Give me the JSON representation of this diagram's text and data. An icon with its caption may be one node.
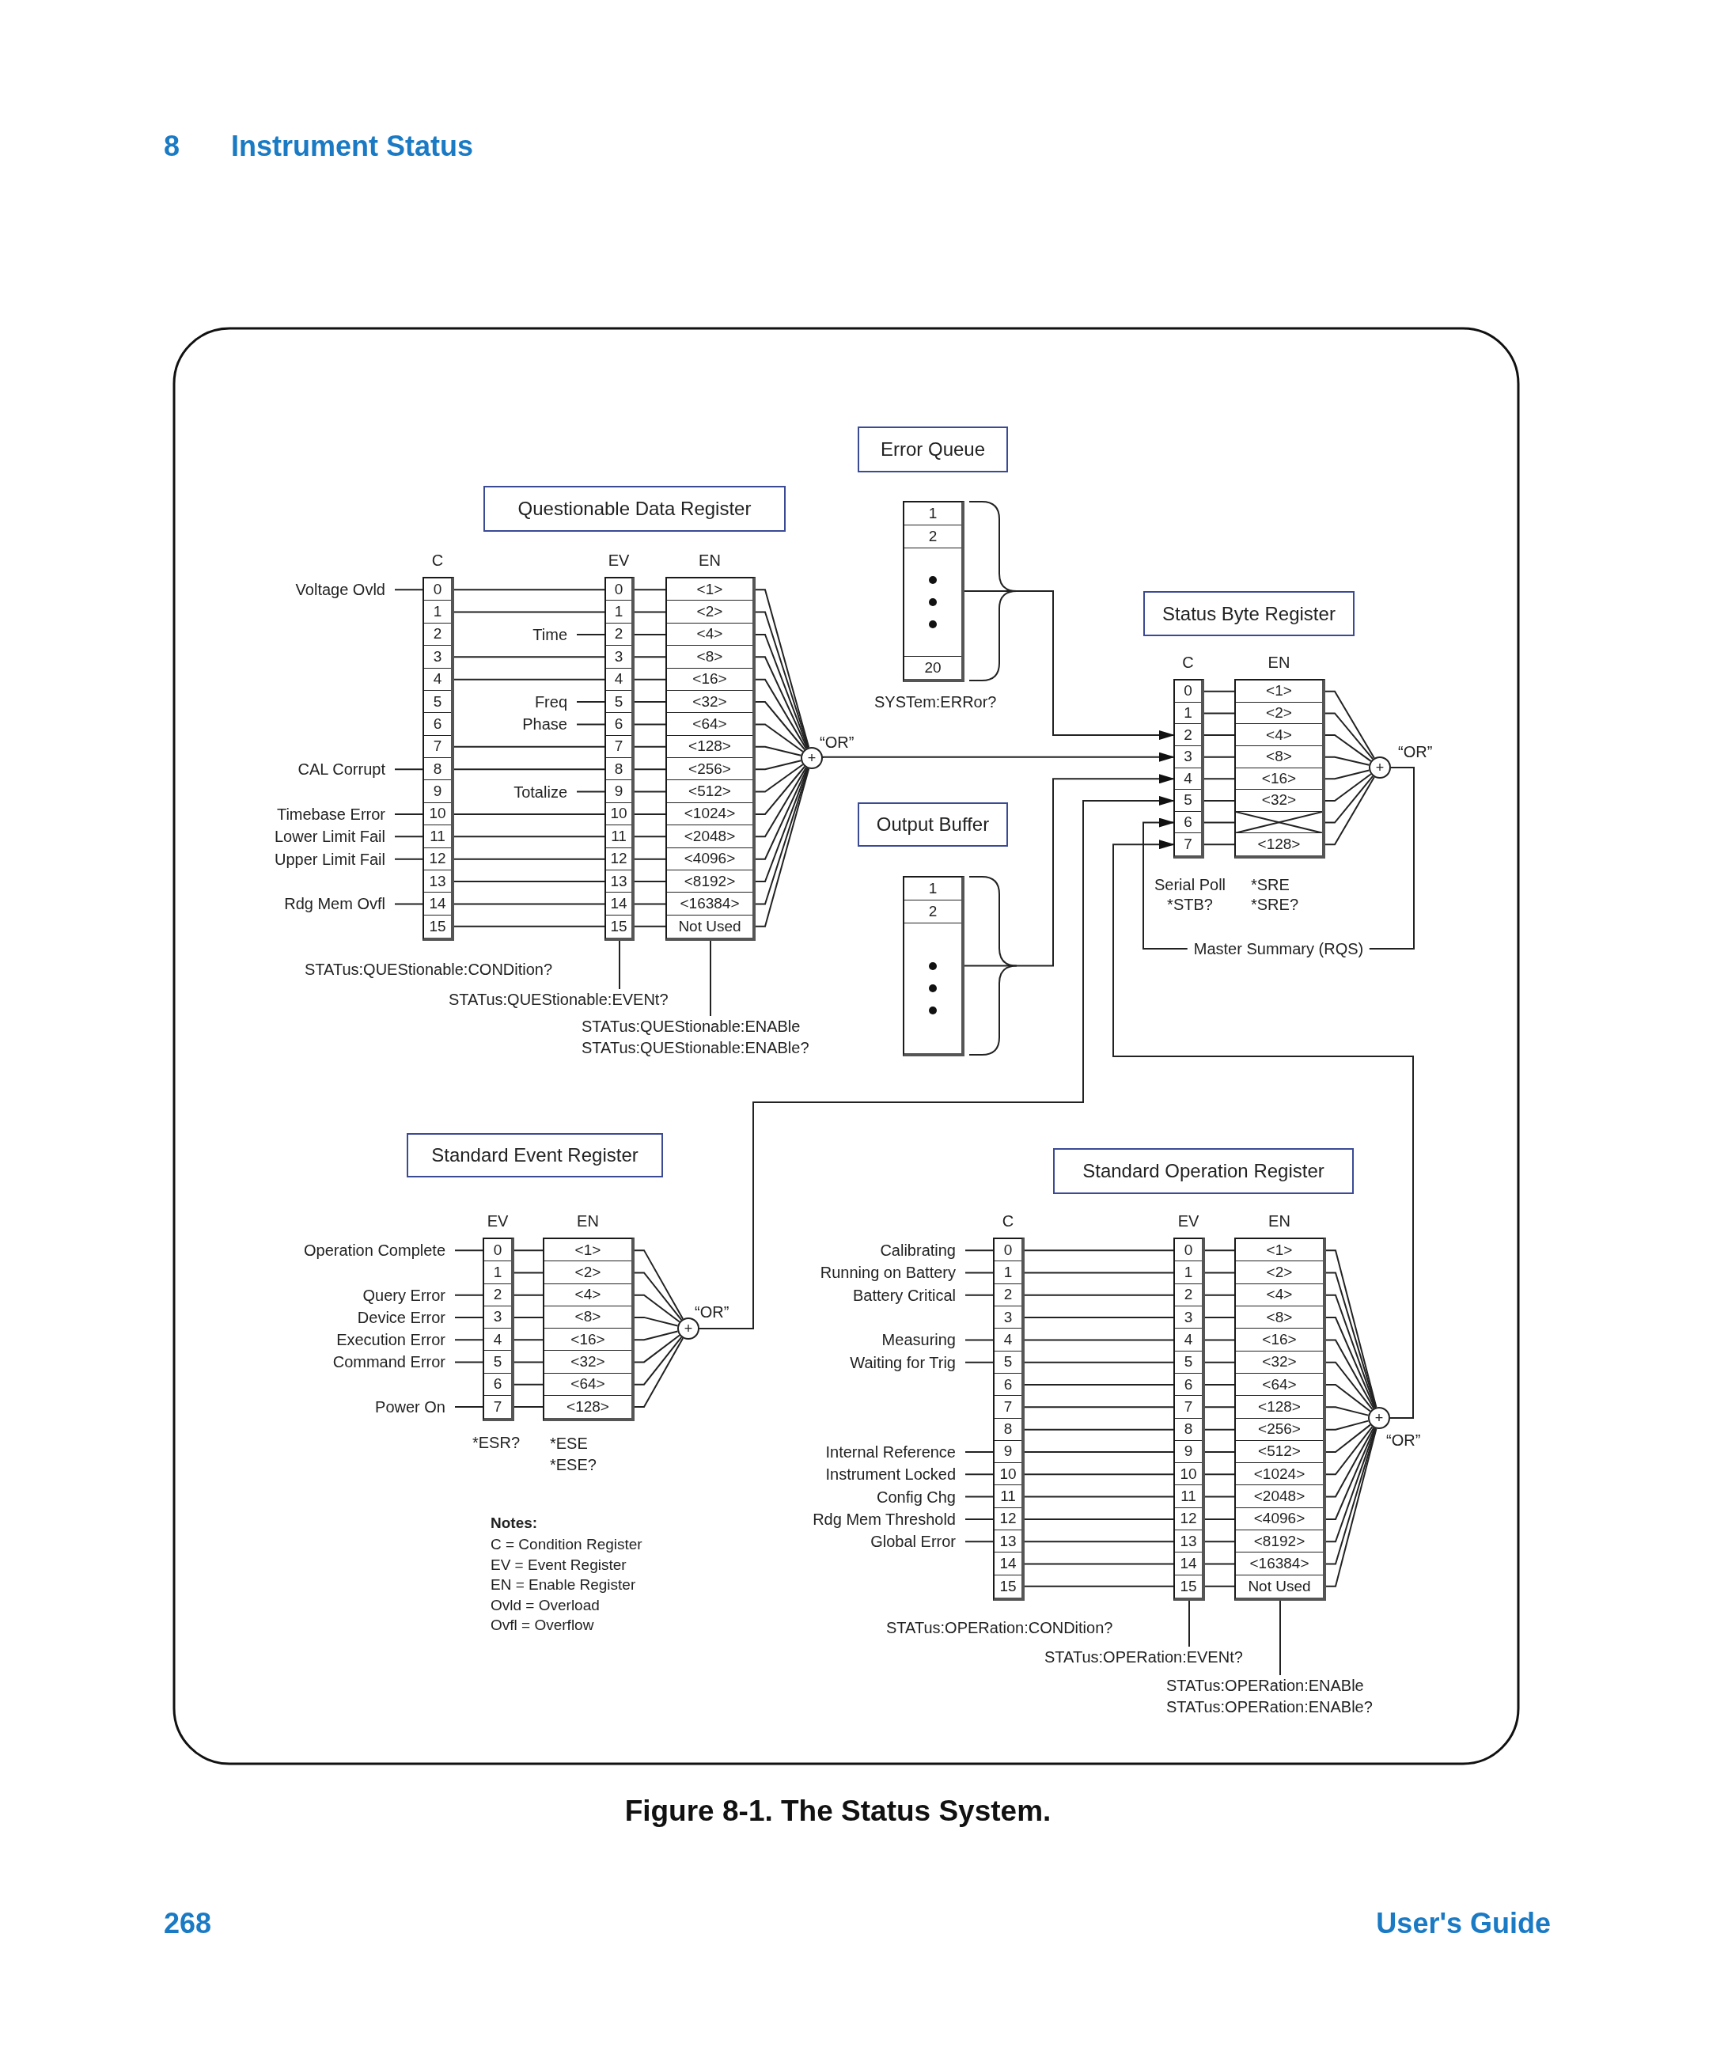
{
  "diagram": {
    "caption": "Figure 8-1. The Status System.",
    "nodes": [
      {
        "text": [
          "Questionable Data Register"
        ]
      },
      {
        "text": [
          "C"
        ]
      },
      {
        "text": [
          "0"
        ],
        "in": 1
      },
      {
        "text": [
          "1"
        ],
        "in": 1
      },
      {
        "text": [
          "2"
        ],
        "in": 1
      },
      {
        "text": [
          "3"
        ],
        "in": 1
      },
      {
        "text": [
          "4"
        ],
        "in": 1
      },
      {
        "text": [
          "5"
        ],
        "in": 1
      },
      {
        "text": [
          "6"
        ],
        "in": 1
      },
      {
        "text": [
          "7"
        ],
        "in": 1
      },
      {
        "text": [
          "8"
        ],
        "in": 1
      },
      {
        "text": [
          "9"
        ],
        "in": 1
      },
      {
        "text": [
          "10"
        ],
        "in": 1
      },
      {
        "text": [
          "11"
        ],
        "in": 1
      },
      {
        "text": [
          "12"
        ],
        "in": 1
      },
      {
        "text": [
          "13"
        ],
        "in": 1
      },
      {
        "text": [
          "14"
        ],
        "in": 1
      },
      {
        "text": [
          "15"
        ],
        "in": 1
      },
      {
        "text": [
          "EV"
        ]
      },
      {
        "text": [
          "0"
        ],
        "in": 18
      },
      {
        "text": [
          "1"
        ],
        "in": 18
      },
      {
        "text": [
          "2"
        ],
        "in": 18
      },
      {
        "text": [
          "3"
        ],
        "in": 18
      },
      {
        "text": [
          "4"
        ],
        "in": 18
      },
      {
        "text": [
          "5"
        ],
        "in": 18
      },
      {
        "text": [
          "6"
        ],
        "in": 18
      },
      {
        "text": [
          "7"
        ],
        "in": 18
      },
      {
        "text": [
          "8"
        ],
        "in": 18
      },
      {
        "text": [
          "9"
        ],
        "in": 18
      },
      {
        "text": [
          "10"
        ],
        "in": 18
      },
      {
        "text": [
          "11"
        ],
        "in": 18
      },
      {
        "text": [
          "12"
        ],
        "in": 18
      },
      {
        "text": [
          "13"
        ],
        "in": 18
      },
      {
        "text": [
          "14"
        ],
        "in": 18
      },
      {
        "text": [
          "15"
        ],
        "in": 18
      },
      {
        "text": [
          "EN"
        ]
      },
      {
        "text": [
          "<1>"
        ],
        "in": 35
      },
      {
        "text": [
          "<2>"
        ],
        "in": 35
      },
      {
        "text": [
          "<4>"
        ],
        "in": 35
      },
      {
        "text": [
          "<8>"
        ],
        "in": 35
      },
      {
        "text": [
          "<16>"
        ],
        "in": 35
      },
      {
        "text": [
          "<32>"
        ],
        "in": 35
      },
      {
        "text": [
          "<64>"
        ],
        "in": 35
      },
      {
        "text": [
          "<128>"
        ],
        "in": 35
      },
      {
        "text": [
          "<256>"
        ],
        "in": 35
      },
      {
        "text": [
          "<512>"
        ],
        "in": 35
      },
      {
        "text": [
          "<1024>"
        ],
        "in": 35
      },
      {
        "text": [
          "<2048>"
        ],
        "in": 35
      },
      {
        "text": [
          "<4096>"
        ],
        "in": 35
      },
      {
        "text": [
          "<8192>"
        ],
        "in": 35
      },
      {
        "text": [
          "<16384>"
        ],
        "in": 35
      },
      {
        "text": [
          "Not Used"
        ],
        "in": 35
      },
      {
        "text": [
          "+"
        ],
        "beside": [
          "“OR”"
        ]
      },
      {
        "text": [
          "Voltage Ovld"
        ]
      },
      {
        "text": [
          "Time"
        ]
      },
      {
        "text": [
          "Freq"
        ]
      },
      {
        "text": [
          "Phase"
        ]
      },
      {
        "text": [
          "CAL Corrupt"
        ]
      },
      {
        "text": [
          "Totalize"
        ]
      },
      {
        "text": [
          "Timebase Error"
        ]
      },
      {
        "text": [
          "Lower Limit Fail"
        ]
      },
      {
        "text": [
          "Upper Limit Fail"
        ]
      },
      {
        "text": [
          "Rdg Mem Ovfl"
        ]
      },
      {
        "text": [
          "STATus:QUEStionable:EVENt?"
        ]
      },
      {
        "text": [
          "STATus:QUEStionable:ENABle",
          "STATus:QUEStionable:ENABle?"
        ]
      },
      {
        "text": [
          "Error Queue"
        ]
      },
      {
        "text": [],
        "shape": "box"
      },
      {
        "text": [
          "1"
        ],
        "in": 66
      },
      {
        "text": [
          "2"
        ],
        "in": 66
      },
      {
        "text": [
          "20"
        ],
        "in": 66
      },
      {
        "text": [
          "Output Buffer"
        ]
      },
      {
        "text": [],
        "shape": "box"
      },
      {
        "text": [
          "1"
        ],
        "in": 71
      },
      {
        "text": [
          "2"
        ],
        "in": 71
      },
      {
        "text": [
          "Status Byte Register"
        ]
      },
      {
        "text": [
          "C"
        ]
      },
      {
        "text": [
          "0"
        ],
        "in": 75
      },
      {
        "text": [
          "1"
        ],
        "in": 75
      },
      {
        "text": [
          "2"
        ],
        "in": 75
      },
      {
        "text": [
          "3"
        ],
        "in": 75
      },
      {
        "text": [
          "4"
        ],
        "in": 75
      },
      {
        "text": [
          "5"
        ],
        "in": 75
      },
      {
        "text": [
          "6"
        ],
        "in": 75
      },
      {
        "text": [
          "7"
        ],
        "in": 75
      },
      {
        "text": [
          "EN"
        ]
      },
      {
        "text": [
          "<1>"
        ],
        "in": 84
      },
      {
        "text": [
          "<2>"
        ],
        "in": 84
      },
      {
        "text": [
          "<4>"
        ],
        "in": 84
      },
      {
        "text": [
          "<8>"
        ],
        "in": 84
      },
      {
        "text": [
          "<16>"
        ],
        "in": 84
      },
      {
        "text": [
          "<32>"
        ],
        "in": 84
      },
      {
        "text": [],
        "shape": "box",
        "in": 84
      },
      {
        "text": [
          "<128>"
        ],
        "in": 84
      },
      {
        "text": [
          "+"
        ],
        "beside": [
          "“OR”"
        ]
      },
      {
        "text": [
          "Standard Event Register"
        ]
      },
      {
        "text": [
          "EV"
        ]
      },
      {
        "text": [
          "0"
        ],
        "in": 95
      },
      {
        "text": [
          "1"
        ],
        "in": 95
      },
      {
        "text": [
          "2"
        ],
        "in": 95
      },
      {
        "text": [
          "3"
        ],
        "in": 95
      },
      {
        "text": [
          "4"
        ],
        "in": 95
      },
      {
        "text": [
          "5"
        ],
        "in": 95
      },
      {
        "text": [
          "6"
        ],
        "in": 95
      },
      {
        "text": [
          "7"
        ],
        "in": 95
      },
      {
        "text": [
          "EN"
        ]
      },
      {
        "text": [
          "<1>"
        ],
        "in": 104
      },
      {
        "text": [
          "<2>"
        ],
        "in": 104
      },
      {
        "text": [
          "<4>"
        ],
        "in": 104
      },
      {
        "text": [
          "<8>"
        ],
        "in": 104
      },
      {
        "text": [
          "<16>"
        ],
        "in": 104
      },
      {
        "text": [
          "<32>"
        ],
        "in": 104
      },
      {
        "text": [
          "<64>"
        ],
        "in": 104
      },
      {
        "text": [
          "<128>"
        ],
        "in": 104
      },
      {
        "text": [
          "+"
        ],
        "beside": [
          "“OR”"
        ]
      },
      {
        "text": [
          "Operation Complete"
        ]
      },
      {
        "text": [
          "Query Error"
        ]
      },
      {
        "text": [
          "Device Error"
        ]
      },
      {
        "text": [
          "Execution Error"
        ]
      },
      {
        "text": [
          "Command Error"
        ]
      },
      {
        "text": [
          "Power On"
        ]
      },
      {
        "text": [
          "Standard Operation Register"
        ]
      },
      {
        "text": [
          "C"
        ]
      },
      {
        "text": [
          "0"
        ],
        "in": 121
      },
      {
        "text": [
          "1"
        ],
        "in": 121
      },
      {
        "text": [
          "2"
        ],
        "in": 121
      },
      {
        "text": [
          "3"
        ],
        "in": 121
      },
      {
        "text": [
          "4"
        ],
        "in": 121
      },
      {
        "text": [
          "5"
        ],
        "in": 121
      },
      {
        "text": [
          "6"
        ],
        "in": 121
      },
      {
        "text": [
          "7"
        ],
        "in": 121
      },
      {
        "text": [
          "8"
        ],
        "in": 121
      },
      {
        "text": [
          "9"
        ],
        "in": 121
      },
      {
        "text": [
          "10"
        ],
        "in": 121
      },
      {
        "text": [
          "11"
        ],
        "in": 121
      },
      {
        "text": [
          "12"
        ],
        "in": 121
      },
      {
        "text": [
          "13"
        ],
        "in": 121
      },
      {
        "text": [
          "14"
        ],
        "in": 121
      },
      {
        "text": [
          "15"
        ],
        "in": 121
      },
      {
        "text": [
          "EV"
        ]
      },
      {
        "text": [
          "0"
        ],
        "in": 138
      },
      {
        "text": [
          "1"
        ],
        "in": 138
      },
      {
        "text": [
          "2"
        ],
        "in": 138
      },
      {
        "text": [
          "3"
        ],
        "in": 138
      },
      {
        "text": [
          "4"
        ],
        "in": 138
      },
      {
        "text": [
          "5"
        ],
        "in": 138
      },
      {
        "text": [
          "6"
        ],
        "in": 138
      },
      {
        "text": [
          "7"
        ],
        "in": 138
      },
      {
        "text": [
          "8"
        ],
        "in": 138
      },
      {
        "text": [
          "9"
        ],
        "in": 138
      },
      {
        "text": [
          "10"
        ],
        "in": 138
      },
      {
        "text": [
          "11"
        ],
        "in": 138
      },
      {
        "text": [
          "12"
        ],
        "in": 138
      },
      {
        "text": [
          "13"
        ],
        "in": 138
      },
      {
        "text": [
          "14"
        ],
        "in": 138
      },
      {
        "text": [
          "15"
        ],
        "in": 138
      },
      {
        "text": [
          "EN"
        ]
      },
      {
        "text": [
          "<1>"
        ],
        "in": 155
      },
      {
        "text": [
          "<2>"
        ],
        "in": 155
      },
      {
        "text": [
          "<4>"
        ],
        "in": 155
      },
      {
        "text": [
          "<8>"
        ],
        "in": 155
      },
      {
        "text": [
          "<16>"
        ],
        "in": 155
      },
      {
        "text": [
          "<32>"
        ],
        "in": 155
      },
      {
        "text": [
          "<64>"
        ],
        "in": 155
      },
      {
        "text": [
          "<128>"
        ],
        "in": 155
      },
      {
        "text": [
          "<256>"
        ],
        "in": 155
      },
      {
        "text": [
          "<512>"
        ],
        "in": 155
      },
      {
        "text": [
          "<1024>"
        ],
        "in": 155
      },
      {
        "text": [
          "<2048>"
        ],
        "in": 155
      },
      {
        "text": [
          "<4096>"
        ],
        "in": 155
      },
      {
        "text": [
          "<8192>"
        ],
        "in": 155
      },
      {
        "text": [
          "<16384>"
        ],
        "in": 155
      },
      {
        "text": [
          "Not Used"
        ],
        "in": 155
      },
      {
        "text": [
          "+"
        ],
        "beside": [
          "“OR”"
        ]
      },
      {
        "text": [
          "Calibrating"
        ]
      },
      {
        "text": [
          "Running on Battery"
        ]
      },
      {
        "text": [
          "Battery Critical"
        ]
      },
      {
        "text": [
          "Measuring"
        ]
      },
      {
        "text": [
          "Waiting for Trig"
        ]
      },
      {
        "text": [
          "Internal Reference"
        ]
      },
      {
        "text": [
          "Instrument Locked"
        ]
      },
      {
        "text": [
          "Config Chg"
        ]
      },
      {
        "text": [
          "Rdg Mem Threshold"
        ]
      },
      {
        "text": [
          "Global Error"
        ]
      },
      {
        "text": [
          "STATus:OPERation:EVENt?"
        ]
      },
      {
        "text": [
          "STATus:OPERation:ENABle",
          "STATus:OPERation:ENABle?"
        ]
      }
    ],
    "edges": [
      {
        "from": 2,
        "to": 19,
        "arrow": "none"
      },
      {
        "from": 3,
        "to": 20,
        "arrow": "none"
      },
      {
        "from": 5,
        "to": 22,
        "arrow": "none"
      },
      {
        "from": 6,
        "to": 23,
        "arrow": "none"
      },
      {
        "from": 9,
        "to": 26,
        "arrow": "none"
      },
      {
        "from": 10,
        "to": 27,
        "arrow": "none"
      },
      {
        "from": 12,
        "to": 29,
        "arrow": "none"
      },
      {
        "from": 13,
        "to": 30,
        "arrow": "none"
      },
      {
        "from": 14,
        "to": 31,
        "arrow": "none"
      },
      {
        "from": 15,
        "to": 32,
        "arrow": "none"
      },
      {
        "from": 16,
        "to": 33,
        "arrow": "none"
      },
      {
        "from": 17,
        "to": 34,
        "arrow": "none"
      },
      {
        "from": 19,
        "to": 36,
        "arrow": "none"
      },
      {
        "from": 20,
        "to": 37,
        "arrow": "none"
      },
      {
        "from": 21,
        "to": 38,
        "arrow": "none"
      },
      {
        "from": 22,
        "to": 39,
        "arrow": "none"
      },
      {
        "from": 23,
        "to": 40,
        "arrow": "none"
      },
      {
        "from": 24,
        "to": 41,
        "arrow": "none"
      },
      {
        "from": 25,
        "to": 42,
        "arrow": "none"
      },
      {
        "from": 26,
        "to": 43,
        "arrow": "none"
      },
      {
        "from": 27,
        "to": 44,
        "arrow": "none"
      },
      {
        "from": 28,
        "to": 45,
        "arrow": "none"
      },
      {
        "from": 29,
        "to": 46,
        "arrow": "none"
      },
      {
        "from": 30,
        "to": 47,
        "arrow": "none"
      },
      {
        "from": 31,
        "to": 48,
        "arrow": "none"
      },
      {
        "from": 32,
        "to": 49,
        "arrow": "none"
      },
      {
        "from": 33,
        "to": 50,
        "arrow": "none"
      },
      {
        "from": 34,
        "to": 51,
        "arrow": "none"
      },
      {
        "from": 36,
        "to": 52,
        "arrow": "none"
      },
      {
        "from": 37,
        "to": 52,
        "arrow": "none"
      },
      {
        "from": 38,
        "to": 52,
        "arrow": "none"
      },
      {
        "from": 39,
        "to": 52,
        "arrow": "none"
      },
      {
        "from": 40,
        "to": 52,
        "arrow": "none"
      },
      {
        "from": 41,
        "to": 52,
        "arrow": "none"
      },
      {
        "from": 42,
        "to": 52,
        "arrow": "none"
      },
      {
        "from": 43,
        "to": 52,
        "arrow": "none"
      },
      {
        "from": 44,
        "to": 52,
        "arrow": "none"
      },
      {
        "from": 45,
        "to": 52,
        "arrow": "none"
      },
      {
        "from": 46,
        "to": 52,
        "arrow": "none"
      },
      {
        "from": 47,
        "to": 52,
        "arrow": "none"
      },
      {
        "from": 48,
        "to": 52,
        "arrow": "none"
      },
      {
        "from": 49,
        "to": 52,
        "arrow": "none"
      },
      {
        "from": 50,
        "to": 52,
        "arrow": "none"
      },
      {
        "from": 51,
        "to": 52,
        "arrow": "none"
      },
      {
        "from": 53,
        "to": 2,
        "arrow": "none"
      },
      {
        "from": 54,
        "to": 21,
        "arrow": "none"
      },
      {
        "from": 55,
        "to": 24,
        "arrow": "none"
      },
      {
        "from": 56,
        "to": 25,
        "arrow": "none"
      },
      {
        "from": 57,
        "to": 10,
        "arrow": "none"
      },
      {
        "from": 58,
        "to": 28,
        "arrow": "none"
      },
      {
        "from": 59,
        "to": 12,
        "arrow": "none"
      },
      {
        "from": 60,
        "to": 13,
        "arrow": "none"
      },
      {
        "from": 61,
        "to": 14,
        "arrow": "none"
      },
      {
        "from": 62,
        "to": 16,
        "arrow": "none"
      },
      {
        "from": 63,
        "to": 18,
        "arrow": "none"
      },
      {
        "from": 64,
        "to": 35,
        "arrow": "none"
      },
      {
        "from": 52,
        "to": 79,
        "arrow": "to"
      },
      {
        "from": 66,
        "to": 78,
        "arrow": "to"
      },
      {
        "from": 71,
        "to": 80,
        "arrow": "to"
      },
      {
        "from": 76,
        "to": 85,
        "arrow": "none"
      },
      {
        "from": 77,
        "to": 86,
        "arrow": "none"
      },
      {
        "from": 78,
        "to": 87,
        "arrow": "none"
      },
      {
        "from": 79,
        "to": 88,
        "arrow": "none"
      },
      {
        "from": 80,
        "to": 89,
        "arrow": "none"
      },
      {
        "from": 81,
        "to": 90,
        "arrow": "none"
      },
      {
        "from": 82,
        "to": 91,
        "arrow": "none"
      },
      {
        "from": 83,
        "to": 92,
        "arrow": "none"
      },
      {
        "from": 85,
        "to": 93,
        "arrow": "none"
      },
      {
        "from": 86,
        "to": 93,
        "arrow": "none"
      },
      {
        "from": 87,
        "to": 93,
        "arrow": "none"
      },
      {
        "from": 88,
        "to": 93,
        "arrow": "none"
      },
      {
        "from": 89,
        "to": 93,
        "arrow": "none"
      },
      {
        "from": 90,
        "to": 93,
        "arrow": "none"
      },
      {
        "from": 91,
        "to": 93,
        "arrow": "none"
      },
      {
        "from": 92,
        "to": 93,
        "arrow": "none"
      },
      {
        "from": 93,
        "to": 82,
        "arrow": "to",
        "label": "Master Summary (RQS)"
      },
      {
        "from": 96,
        "to": 105,
        "arrow": "none"
      },
      {
        "from": 97,
        "to": 106,
        "arrow": "none"
      },
      {
        "from": 98,
        "to": 107,
        "arrow": "none"
      },
      {
        "from": 99,
        "to": 108,
        "arrow": "none"
      },
      {
        "from": 100,
        "to": 109,
        "arrow": "none"
      },
      {
        "from": 101,
        "to": 110,
        "arrow": "none"
      },
      {
        "from": 102,
        "to": 111,
        "arrow": "none"
      },
      {
        "from": 103,
        "to": 112,
        "arrow": "none"
      },
      {
        "from": 105,
        "to": 113,
        "arrow": "none"
      },
      {
        "from": 106,
        "to": 113,
        "arrow": "none"
      },
      {
        "from": 107,
        "to": 113,
        "arrow": "none"
      },
      {
        "from": 108,
        "to": 113,
        "arrow": "none"
      },
      {
        "from": 109,
        "to": 113,
        "arrow": "none"
      },
      {
        "from": 110,
        "to": 113,
        "arrow": "none"
      },
      {
        "from": 111,
        "to": 113,
        "arrow": "none"
      },
      {
        "from": 112,
        "to": 113,
        "arrow": "none"
      },
      {
        "from": 114,
        "to": 96,
        "arrow": "none"
      },
      {
        "from": 115,
        "to": 98,
        "arrow": "none"
      },
      {
        "from": 116,
        "to": 99,
        "arrow": "none"
      },
      {
        "from": 117,
        "to": 100,
        "arrow": "none"
      },
      {
        "from": 118,
        "to": 101,
        "arrow": "none"
      },
      {
        "from": 119,
        "to": 103,
        "arrow": "none"
      },
      {
        "from": 113,
        "to": 81,
        "arrow": "to"
      },
      {
        "from": 122,
        "to": 139,
        "arrow": "none"
      },
      {
        "from": 123,
        "to": 140,
        "arrow": "none"
      },
      {
        "from": 124,
        "to": 141,
        "arrow": "none"
      },
      {
        "from": 125,
        "to": 142,
        "arrow": "none"
      },
      {
        "from": 126,
        "to": 143,
        "arrow": "none"
      },
      {
        "from": 127,
        "to": 144,
        "arrow": "none"
      },
      {
        "from": 128,
        "to": 145,
        "arrow": "none"
      },
      {
        "from": 129,
        "to": 146,
        "arrow": "none"
      },
      {
        "from": 130,
        "to": 147,
        "arrow": "none"
      },
      {
        "from": 131,
        "to": 148,
        "arrow": "none"
      },
      {
        "from": 132,
        "to": 149,
        "arrow": "none"
      },
      {
        "from": 133,
        "to": 150,
        "arrow": "none"
      },
      {
        "from": 134,
        "to": 151,
        "arrow": "none"
      },
      {
        "from": 135,
        "to": 152,
        "arrow": "none"
      },
      {
        "from": 136,
        "to": 153,
        "arrow": "none"
      },
      {
        "from": 137,
        "to": 154,
        "arrow": "none"
      },
      {
        "from": 139,
        "to": 156,
        "arrow": "none"
      },
      {
        "from": 140,
        "to": 157,
        "arrow": "none"
      },
      {
        "from": 141,
        "to": 158,
        "arrow": "none"
      },
      {
        "from": 142,
        "to": 159,
        "arrow": "none"
      },
      {
        "from": 143,
        "to": 160,
        "arrow": "none"
      },
      {
        "from": 144,
        "to": 161,
        "arrow": "none"
      },
      {
        "from": 145,
        "to": 162,
        "arrow": "none"
      },
      {
        "from": 146,
        "to": 163,
        "arrow": "none"
      },
      {
        "from": 147,
        "to": 164,
        "arrow": "none"
      },
      {
        "from": 148,
        "to": 165,
        "arrow": "none"
      },
      {
        "from": 149,
        "to": 166,
        "arrow": "none"
      },
      {
        "from": 150,
        "to": 167,
        "arrow": "none"
      },
      {
        "from": 151,
        "to": 168,
        "arrow": "none"
      },
      {
        "from": 152,
        "to": 169,
        "arrow": "none"
      },
      {
        "from": 153,
        "to": 170,
        "arrow": "none"
      },
      {
        "from": 154,
        "to": 171,
        "arrow": "none"
      },
      {
        "from": 156,
        "to": 172,
        "arrow": "none"
      },
      {
        "from": 157,
        "to": 172,
        "arrow": "none"
      },
      {
        "from": 158,
        "to": 172,
        "arrow": "none"
      },
      {
        "from": 159,
        "to": 172,
        "arrow": "none"
      },
      {
        "from": 160,
        "to": 172,
        "arrow": "none"
      },
      {
        "from": 161,
        "to": 172,
        "arrow": "none"
      },
      {
        "from": 162,
        "to": 172,
        "arrow": "none"
      },
      {
        "from": 163,
        "to": 172,
        "arrow": "none"
      },
      {
        "from": 164,
        "to": 172,
        "arrow": "none"
      },
      {
        "from": 165,
        "to": 172,
        "arrow": "none"
      },
      {
        "from": 166,
        "to": 172,
        "arrow": "none"
      },
      {
        "from": 167,
        "to": 172,
        "arrow": "none"
      },
      {
        "from": 168,
        "to": 172,
        "arrow": "none"
      },
      {
        "from": 169,
        "to": 172,
        "arrow": "none"
      },
      {
        "from": 170,
        "to": 172,
        "arrow": "none"
      },
      {
        "from": 171,
        "to": 172,
        "arrow": "none"
      },
      {
        "from": 173,
        "to": 122,
        "arrow": "none"
      },
      {
        "from": 174,
        "to": 123,
        "arrow": "none"
      },
      {
        "from": 175,
        "to": 124,
        "arrow": "none"
      },
      {
        "from": 176,
        "to": 126,
        "arrow": "none"
      },
      {
        "from": 177,
        "to": 127,
        "arrow": "none"
      },
      {
        "from": 178,
        "to": 131,
        "arrow": "none"
      },
      {
        "from": 179,
        "to": 132,
        "arrow": "none"
      },
      {
        "from": 180,
        "to": 133,
        "arrow": "none"
      },
      {
        "from": 181,
        "to": 134,
        "arrow": "none"
      },
      {
        "from": 182,
        "to": 135,
        "arrow": "none"
      },
      {
        "from": 183,
        "to": 138,
        "arrow": "none"
      },
      {
        "from": 184,
        "to": 155,
        "arrow": "none"
      },
      {
        "from": 172,
        "to": 83,
        "arrow": "to"
      }
    ],
    "labels": [
      "8",
      "Instrument Status",
      "STATus:QUEStionable:CONDition?",
      "SYSTem:ERRor?",
      "Serial Poll",
      "*STB?",
      "*SRE",
      "*SRE?",
      "*ESR?",
      "*ESE",
      "*ESE?",
      "Notes:",
      "C = Condition Register",
      "EV = Event Register",
      "EN = Enable Register",
      "Ovld = Overload",
      "Ovfl = Overflow",
      "STATus:OPERation:CONDition?",
      "268",
      "User's Guide"
    ]
  }
}
